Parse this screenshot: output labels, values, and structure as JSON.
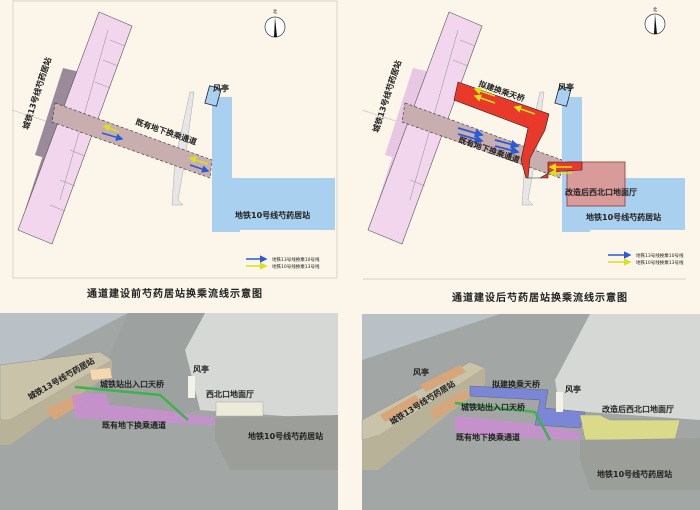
{
  "north_label": "北",
  "top_left": {
    "caption": "通道建设前芍药居站换乘流线示意图",
    "line13_station": "城铁13号线芍药居站",
    "existing_passage": "既有地下换乘通道",
    "vent_kiosk": "风亭",
    "line10_station": "地铁10号线芍药居站",
    "legend": [
      {
        "label": "地铁13号线换乘10号线",
        "color": "#2a5bd7"
      },
      {
        "label": "地铁10号线换乘13号线",
        "color": "#d8e21a"
      }
    ]
  },
  "top_right": {
    "caption": "通道建设后芍药居站换乘流线示意图",
    "line13_station": "城铁13号线芍药居站",
    "proposed_bridge": "拟建换乘天桥",
    "existing_passage": "既有地下换乘通道",
    "vent_kiosk": "风亭",
    "renovated_hall": "改造后西北口地面厅",
    "line10_station": "地铁10号线芍药居站",
    "legend": [
      {
        "label": "地铁13号线换乘10号线",
        "color": "#2a5bd7"
      },
      {
        "label": "地铁10号线换乘13号线",
        "color": "#d8e21a"
      }
    ]
  },
  "bottom_left": {
    "line13_station": "城铁13号线芍药居站",
    "entrance_bridge": "城铁站出入口天桥",
    "vent_kiosk": "风亭",
    "nw_hall": "西北口地面厅",
    "existing_passage": "既有地下换乘通道",
    "line10_station": "地铁10号线芍药居站"
  },
  "bottom_right": {
    "vent_kiosk_1": "风亭",
    "line13_station": "城铁13号线芍药居站",
    "proposed_bridge": "拟建换乘天桥",
    "entrance_bridge": "城铁站出入口天桥",
    "vent_kiosk_2": "风亭",
    "renovated_hall": "改造后西北口地面厅",
    "existing_passage": "既有地下换乘通道",
    "line10_station": "地铁10号线芍药居站"
  },
  "colors": {
    "background": "#fbf6e9",
    "line13_station": "#f2d6ee",
    "line10_station": "#a9d0ef",
    "passage": "#c9aeb0",
    "proposed_bridge": "#e8392a",
    "renovated_hall": "#d99a9a"
  }
}
